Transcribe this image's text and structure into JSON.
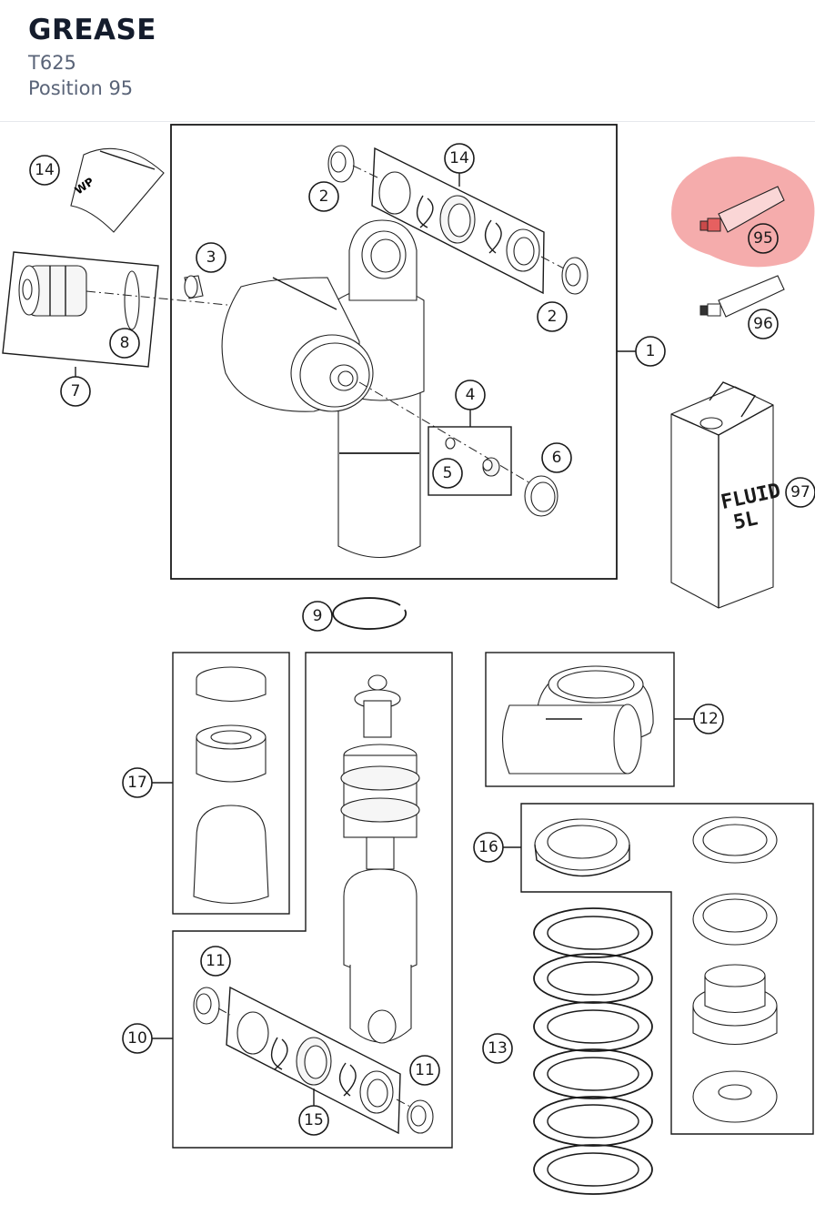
{
  "header": {
    "title": "GREASE",
    "subtitle_model": "T625",
    "subtitle_position": "Position 95"
  },
  "highlight": {
    "color": "#f08080",
    "position_number": "95"
  },
  "can_label": {
    "line1": "FLUID",
    "line2": "5L"
  },
  "callouts": {
    "c1": "1",
    "c2a": "2",
    "c2b": "2",
    "c3": "3",
    "c4": "4",
    "c5": "5",
    "c6": "6",
    "c7": "7",
    "c8": "8",
    "c9": "9",
    "c10": "10",
    "c11a": "11",
    "c11b": "11",
    "c12": "12",
    "c13": "13",
    "c14a": "14",
    "c14b": "14",
    "c15": "15",
    "c16": "16",
    "c17": "17",
    "c95": "95",
    "c96": "96",
    "c97": "97"
  }
}
